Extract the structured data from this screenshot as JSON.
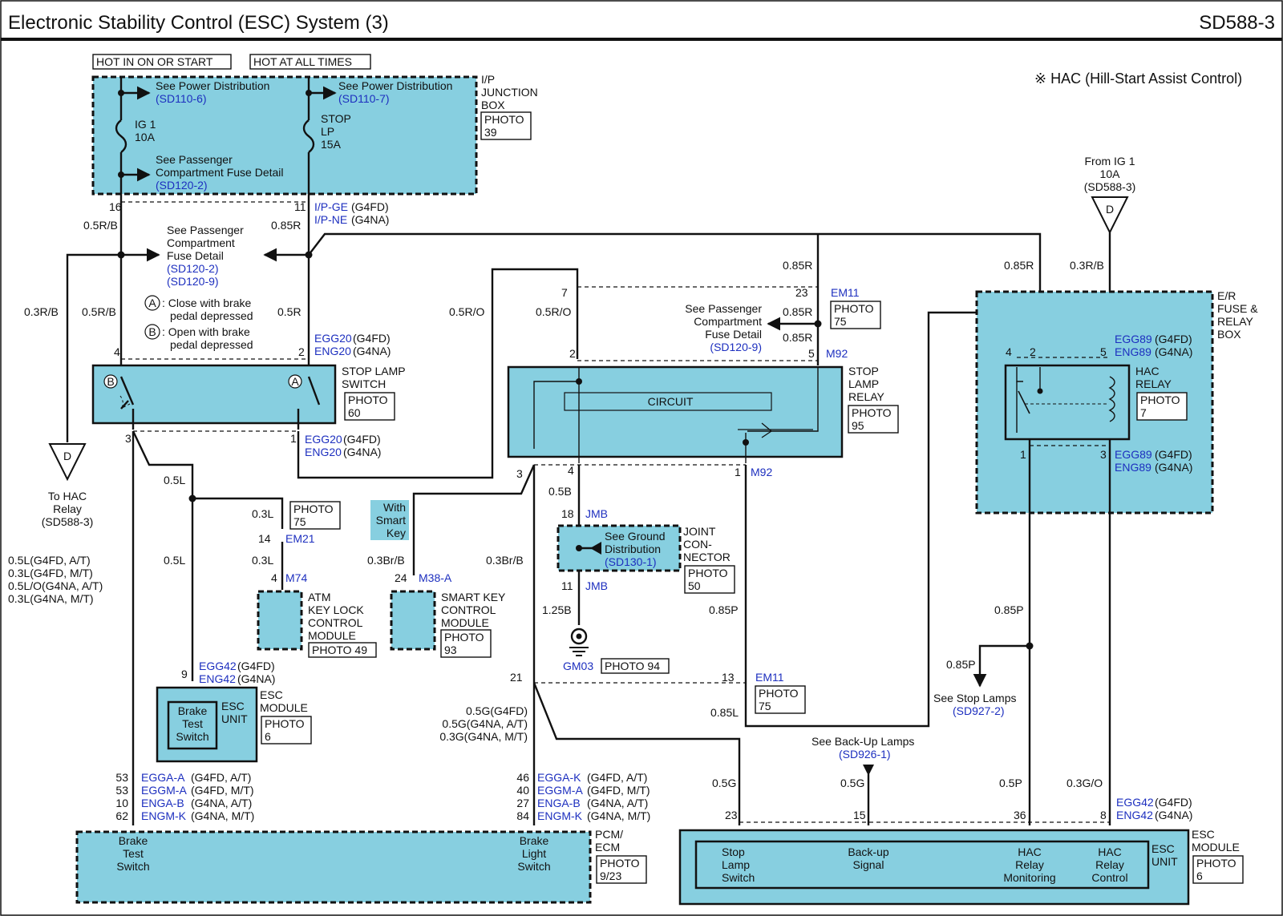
{
  "header": {
    "title": "Electronic Stability Control (ESC) System (3)",
    "code": "SD588-3"
  },
  "note": "※ HAC (Hill-Start Assist Control)",
  "supply": {
    "hot_run": "HOT IN ON OR START",
    "hot_always": "HOT AT ALL TIMES"
  },
  "ipjb": {
    "name": [
      "I/P",
      "JUNCTION",
      "BOX"
    ],
    "photo": [
      "PHOTO",
      "39"
    ],
    "pd1": "See Power Distribution",
    "pd1_ref": "(SD110-6)",
    "pd2": "See Power Distribution",
    "pd2_ref": "(SD110-7)",
    "fuse1": [
      "IG 1",
      "10A"
    ],
    "fuse2": [
      "STOP",
      "LP",
      "15A"
    ],
    "pcfd": [
      "See Passenger",
      "Compartment Fuse Detail"
    ],
    "pcfd_ref": "(SD120-2)",
    "pin16": "16",
    "pin11": "11",
    "conn1": "I/P-GE",
    "conn1_s": "(G4FD)",
    "conn2": "I/P-NE",
    "conn2_s": "(G4NA)"
  },
  "pcfd_mid": {
    "lines": [
      "See Passenger",
      "Compartment",
      "Fuse Detail"
    ],
    "refs": [
      "(SD120-2)",
      "(SD120-9)"
    ]
  },
  "legend": {
    "a": [
      "A",
      ": Close with brake",
      "pedal depressed"
    ],
    "b": [
      "B",
      ": Open with brake",
      "pedal depressed"
    ]
  },
  "stop_lamp_switch": {
    "name": [
      "STOP LAMP",
      "SWITCH"
    ],
    "photo": [
      "PHOTO",
      "60"
    ],
    "pin4": "4",
    "pin2": "2",
    "pin3": "3",
    "pin1": "1",
    "conn_top": "EGG20",
    "conn_top2": "ENG20",
    "conn_bot": "EGG20",
    "conn_bot2": "ENG20",
    "sfx1": "(G4FD)",
    "sfx2": "(G4NA)",
    "mark_a": "A",
    "mark_b": "B"
  },
  "hac_to": {
    "letter": "D",
    "label": [
      "To HAC",
      "Relay",
      "(SD588-3)"
    ]
  },
  "hac_from": {
    "letter": "D",
    "label": [
      "From IG 1",
      "10A",
      "(SD588-3)"
    ]
  },
  "wires": {
    "w05rb": "0.5R/B",
    "w085r": "0.85R",
    "w03rb": "0.3R/B",
    "w05r": "0.5R",
    "w05l": "0.5L",
    "w03l": "0.3L",
    "w05ro": "0.5R/O",
    "w05b": "0.5B",
    "w125b": "1.25B",
    "w03brb": "0.3Br/B",
    "w085p": "0.85P",
    "w085l": "0.85L",
    "w05g": "0.5G",
    "w05p": "0.5P",
    "w03go": "0.3G/O",
    "w03rb2": "0.3R/B"
  },
  "esc_left_wires": [
    "0.5L(G4FD, A/T)",
    "0.3L(G4FD, M/T)",
    "0.5L/O(G4NA, A/T)",
    "0.3L(G4NA, M/T)"
  ],
  "g_wires": [
    "0.5G(G4FD)",
    "0.5G(G4NA, A/T)",
    "0.3G(G4NA, M/T)"
  ],
  "stop_lamp_relay": {
    "name": [
      "STOP",
      "LAMP",
      "RELAY"
    ],
    "photo": [
      "PHOTO",
      "95"
    ],
    "circuit": "CIRCUIT",
    "pin2": "2",
    "pin5": "5",
    "pin3": "3",
    "pin4": "4",
    "pin1": "1",
    "m92": "M92",
    "m92b": "M92"
  },
  "em11_top": {
    "pin7": "7",
    "pin23": "23",
    "conn": "EM11",
    "photo": [
      "PHOTO",
      "75"
    ]
  },
  "pcfd_relay": {
    "lines": [
      "See Passenger",
      "Compartment",
      "Fuse Detail"
    ],
    "ref": "(SD120-9)"
  },
  "em21": {
    "photo": [
      "PHOTO",
      "75"
    ],
    "pin": "14",
    "conn": "EM21"
  },
  "atm": {
    "pin": "4",
    "conn": "M74",
    "name": [
      "ATM",
      "KEY LOCK",
      "CONTROL",
      "MODULE"
    ],
    "photo": "PHOTO 49"
  },
  "smart_key": {
    "tag": [
      "With",
      "Smart",
      "Key"
    ],
    "pin": "24",
    "conn": "M38-A",
    "name": [
      "SMART KEY",
      "CONTROL",
      "MODULE"
    ],
    "photo": [
      "PHOTO",
      "93"
    ]
  },
  "joint": {
    "pin18": "18",
    "conn18": "JMB",
    "pin11": "11",
    "conn11": "JMB",
    "ground": [
      "See Ground",
      "Distribution"
    ],
    "ref": "(SD130-1)",
    "name": [
      "JOINT",
      "CON-",
      "NECTOR"
    ],
    "photo": [
      "PHOTO",
      "50"
    ]
  },
  "gm03": {
    "conn": "GM03",
    "photo": "PHOTO 94"
  },
  "esc_unit_small": {
    "pin": "9",
    "conn1": "EGG42",
    "conn2": "ENG42",
    "sfx1": "(G4FD)",
    "sfx2": "(G4NA)",
    "inner": [
      "Brake",
      "Test",
      "Switch"
    ],
    "unit": [
      "ESC",
      "UNIT"
    ],
    "name": [
      "ESC",
      "MODULE"
    ],
    "photo": [
      "PHOTO",
      "6"
    ]
  },
  "em11_bot": {
    "pin21": "21",
    "pin13": "13",
    "conn": "EM11",
    "photo": [
      "PHOTO",
      "75"
    ]
  },
  "pcm": {
    "name": [
      "PCM/",
      "ECM"
    ],
    "photo": [
      "PHOTO",
      "9/23"
    ],
    "left_pins": [
      [
        "53",
        "EGGA-A",
        "(G4FD, A/T)"
      ],
      [
        "53",
        "EGGM-A",
        "(G4FD, M/T)"
      ],
      [
        "10",
        "ENGA-B",
        "(G4NA, A/T)"
      ],
      [
        "62",
        "ENGM-K",
        "(G4NA, M/T)"
      ]
    ],
    "right_pins": [
      [
        "46",
        "EGGA-K",
        "(G4FD, A/T)"
      ],
      [
        "40",
        "EGGM-A",
        "(G4FD, M/T)"
      ],
      [
        "27",
        "ENGA-B",
        "(G4NA, A/T)"
      ],
      [
        "84",
        "ENGM-K",
        "(G4NA, M/T)"
      ]
    ],
    "brake_test": [
      "Brake",
      "Test",
      "Switch"
    ],
    "brake_light": [
      "Brake",
      "Light",
      "Switch"
    ]
  },
  "er_box": {
    "name": [
      "E/R",
      "FUSE &",
      "RELAY",
      "BOX"
    ],
    "relay": [
      "HAC",
      "RELAY"
    ],
    "photo": [
      "PHOTO",
      "7"
    ],
    "pin4": "4",
    "pin2": "2",
    "pin5": "5",
    "pin1": "1",
    "pin3": "3",
    "conn_top1": "EGG89",
    "conn_top2": "ENG89",
    "conn_bot1": "EGG89",
    "conn_bot2": "ENG89",
    "sfx1": "(G4FD)",
    "sfx2": "(G4NA)"
  },
  "stop_lamps": {
    "wire": "0.85P",
    "label": "See Stop Lamps",
    "ref": "(SD927-2)"
  },
  "backup": {
    "label": "See Back-Up Lamps",
    "ref": "(SD926-1)"
  },
  "esc_module": {
    "name": [
      "ESC",
      "MODULE"
    ],
    "unit": [
      "ESC",
      "UNIT"
    ],
    "photo": [
      "PHOTO",
      "6"
    ],
    "pins": [
      "23",
      "15",
      "36",
      "8"
    ],
    "conn1": "EGG42",
    "conn2": "ENG42",
    "sfx1": "(G4FD)",
    "sfx2": "(G4NA)",
    "labels": [
      [
        "Stop",
        "Lamp",
        "Switch"
      ],
      [
        "Back-up",
        "Signal"
      ],
      [
        "HAC",
        "Relay",
        "Monitoring"
      ],
      [
        "HAC",
        "Relay",
        "Control"
      ]
    ]
  }
}
